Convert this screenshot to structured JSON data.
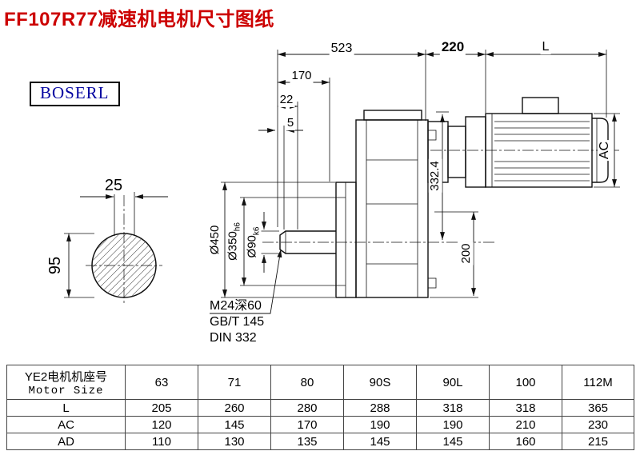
{
  "title": "FF107R77减速机电机尺寸图纸",
  "brand": "BOSERL",
  "colors": {
    "title_red": "#cc0000",
    "brand_blue": "#0000a0",
    "line": "#111111"
  },
  "drawing": {
    "dims": {
      "total_523": "523",
      "motor_flange_220": "220",
      "motor_length_L": "L",
      "d170": "170",
      "d22": "22",
      "d5": "5",
      "key_width_25": "25",
      "shaft_95": "95",
      "flange_dia": "Ø450",
      "spigot_dia_main": "Ø350",
      "spigot_dia_tol": "h6",
      "shaft_dia_main": "Ø90",
      "shaft_dia_tol": "k6",
      "height_332": "332.4",
      "d200": "200",
      "motor_dia_AC": "AC"
    },
    "notes": [
      "M24深60",
      "GB/T 145",
      "DIN 332"
    ]
  },
  "table": {
    "header": {
      "line1": "YE2电机机座号",
      "line2": "Motor Size"
    },
    "columns": [
      "63",
      "71",
      "80",
      "90S",
      "90L",
      "100",
      "112M"
    ],
    "rows": [
      {
        "label": "L",
        "values": [
          "205",
          "260",
          "280",
          "288",
          "318",
          "318",
          "365"
        ]
      },
      {
        "label": "AC",
        "values": [
          "120",
          "145",
          "170",
          "190",
          "190",
          "210",
          "230"
        ]
      },
      {
        "label": "AD",
        "values": [
          "110",
          "130",
          "135",
          "145",
          "145",
          "160",
          "215"
        ]
      }
    ]
  }
}
